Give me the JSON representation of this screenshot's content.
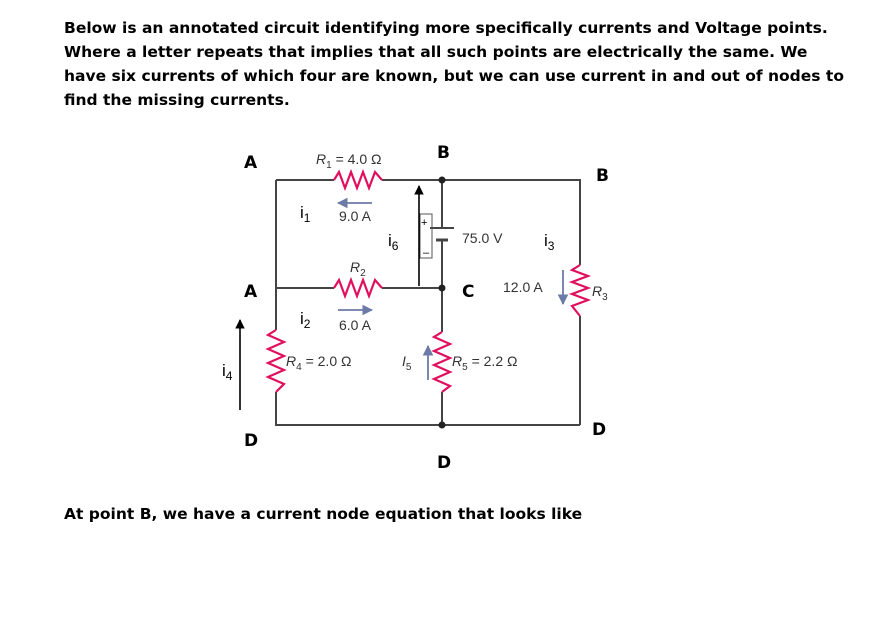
{
  "intro_text": "Below is an annotated circuit identifying more specifically currents and Voltage points. Where a letter repeats that implies that all such points are electrically the same.  We have six currents of which four are known, but we can use current in and out of nodes to find the missing currents.",
  "question_text": "At point B, we have a current node equation that looks like",
  "circuit": {
    "nodes": {
      "a_top": "A",
      "a_mid": "A",
      "b_top": "B",
      "b_right": "B",
      "c": "C",
      "d_left": "D",
      "d_mid": "D",
      "d_right": "D"
    },
    "components": {
      "r1": {
        "name": "R",
        "sub": "1",
        "value": " = 4.0 Ω"
      },
      "r2": {
        "name": "R",
        "sub": "2"
      },
      "r3": {
        "name": "R",
        "sub": "3"
      },
      "r4": {
        "name": "R",
        "sub": "4",
        "value": " = 2.0 Ω"
      },
      "r5": {
        "name": "R",
        "sub": "5",
        "value": " = 2.2 Ω"
      },
      "battery": {
        "value": "75.0 V",
        "plus": "+",
        "minus": "–"
      }
    },
    "currents": {
      "i1": {
        "name": "i",
        "sub": "1",
        "value": "9.0 A"
      },
      "i2": {
        "name": "i",
        "sub": "2",
        "value": "6.0 A"
      },
      "i3": {
        "name": "i",
        "sub": "3",
        "value": "12.0 A"
      },
      "i4": {
        "name": "i",
        "sub": "4"
      },
      "i5": {
        "name": "I",
        "sub": "5"
      },
      "i6": {
        "name": "i",
        "sub": "6"
      }
    },
    "colors": {
      "resistor": "#e0105e",
      "current_arrow": "#6b7aa6",
      "wire": "#444444"
    }
  }
}
